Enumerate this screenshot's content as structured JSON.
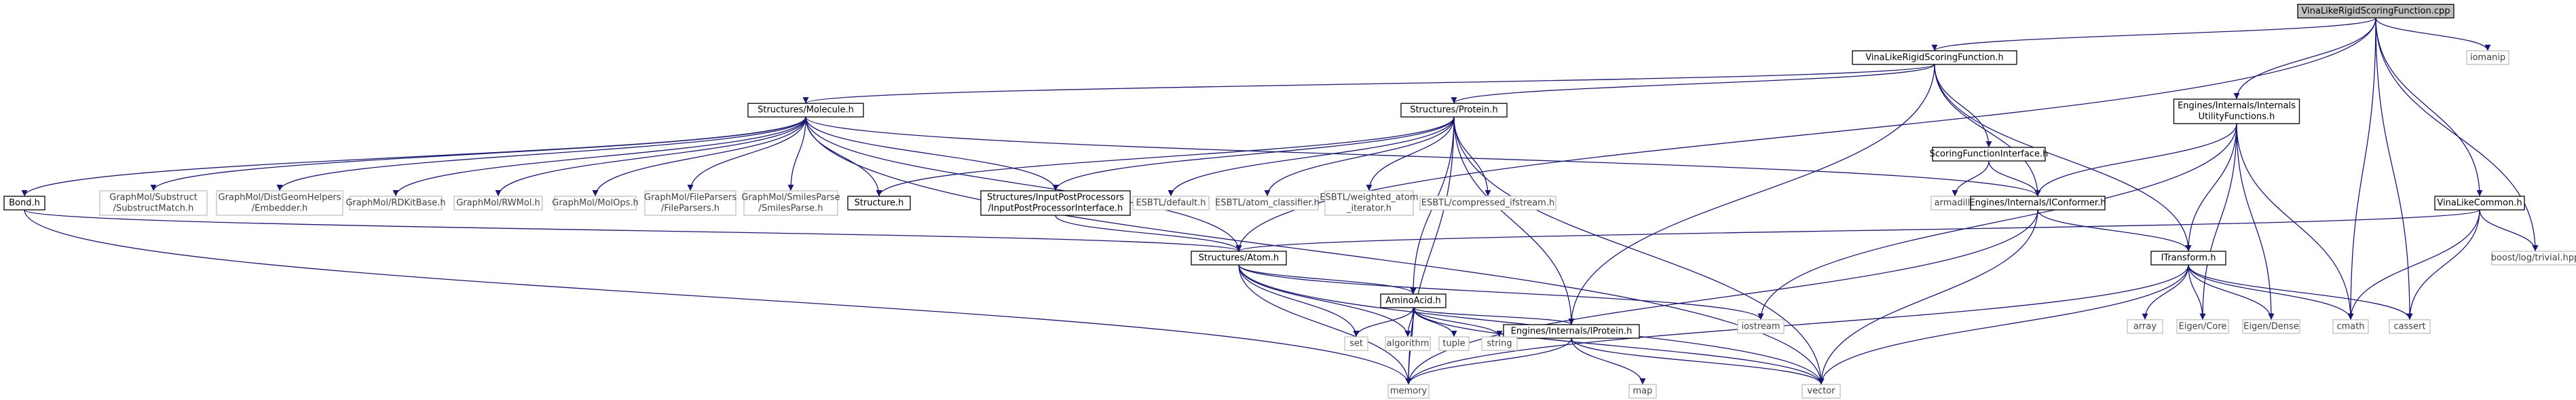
{
  "colors": {
    "edge": "#191970",
    "root_fill": "#bfbfbf",
    "documented_border": "#000000",
    "undocumented_border": "#bfbfbf",
    "text": "#000000",
    "undocumented_text": "#404040"
  },
  "nodes": [
    {
      "id": "root",
      "lines": [
        "VinaLikeRigidScoringFunction.cpp"
      ],
      "kind": "root"
    },
    {
      "id": "iomanip",
      "lines": [
        "iomanip"
      ],
      "kind": "ext"
    },
    {
      "id": "vlrsf_h",
      "lines": [
        "VinaLikeRigidScoringFunction.h"
      ],
      "kind": "doc"
    },
    {
      "id": "util_h",
      "lines": [
        "Engines/Internals/Internals",
        "UtilityFunctions.h"
      ],
      "kind": "doc"
    },
    {
      "id": "vinacommon_h",
      "lines": [
        "VinaLikeCommon.h"
      ],
      "kind": "doc"
    },
    {
      "id": "boost_log",
      "lines": [
        "boost/log/trivial.hpp"
      ],
      "kind": "ext"
    },
    {
      "id": "cmath",
      "lines": [
        "cmath"
      ],
      "kind": "ext"
    },
    {
      "id": "cassert",
      "lines": [
        "cassert"
      ],
      "kind": "ext"
    },
    {
      "id": "molecule_h",
      "lines": [
        "Structures/Molecule.h"
      ],
      "kind": "doc"
    },
    {
      "id": "protein_h",
      "lines": [
        "Structures/Protein.h"
      ],
      "kind": "doc"
    },
    {
      "id": "sfi_h",
      "lines": [
        "ScoringFunctionInterface.h"
      ],
      "kind": "doc"
    },
    {
      "id": "armadillo",
      "lines": [
        "armadillo"
      ],
      "kind": "ext"
    },
    {
      "id": "iconformer_h",
      "lines": [
        "Engines/Internals/IConformer.h"
      ],
      "kind": "doc"
    },
    {
      "id": "itransform_h",
      "lines": [
        "ITransform.h"
      ],
      "kind": "doc"
    },
    {
      "id": "iostream",
      "lines": [
        "iostream"
      ],
      "kind": "ext"
    },
    {
      "id": "array",
      "lines": [
        "array"
      ],
      "kind": "ext"
    },
    {
      "id": "eigen_core",
      "lines": [
        "Eigen/Core"
      ],
      "kind": "ext"
    },
    {
      "id": "eigen_dense",
      "lines": [
        "Eigen/Dense"
      ],
      "kind": "ext"
    },
    {
      "id": "bond_h",
      "lines": [
        "Bond.h"
      ],
      "kind": "doc"
    },
    {
      "id": "gm_substruct",
      "lines": [
        "GraphMol/Substruct",
        "/SubstructMatch.h"
      ],
      "kind": "ext"
    },
    {
      "id": "gm_distgeom",
      "lines": [
        "GraphMol/DistGeomHelpers",
        "/Embedder.h"
      ],
      "kind": "ext"
    },
    {
      "id": "gm_rdkitbase",
      "lines": [
        "GraphMol/RDKitBase.h"
      ],
      "kind": "ext"
    },
    {
      "id": "gm_rwmol",
      "lines": [
        "GraphMol/RWMol.h"
      ],
      "kind": "ext"
    },
    {
      "id": "gm_molops",
      "lines": [
        "GraphMol/MolOps.h"
      ],
      "kind": "ext"
    },
    {
      "id": "gm_fileparsers",
      "lines": [
        "GraphMol/FileParsers",
        "/FileParsers.h"
      ],
      "kind": "ext"
    },
    {
      "id": "gm_smilesparse",
      "lines": [
        "GraphMol/SmilesParse",
        "/SmilesParse.h"
      ],
      "kind": "ext"
    },
    {
      "id": "structure_h",
      "lines": [
        "Structure.h"
      ],
      "kind": "doc"
    },
    {
      "id": "ipp_h",
      "lines": [
        "Structures/InputPostProcessors",
        "/InputPostProcessorInterface.h"
      ],
      "kind": "doc"
    },
    {
      "id": "esbtl_default",
      "lines": [
        "ESBTL/default.h"
      ],
      "kind": "ext"
    },
    {
      "id": "esbtl_atomcls",
      "lines": [
        "ESBTL/atom_classifier.h"
      ],
      "kind": "ext"
    },
    {
      "id": "esbtl_weighted",
      "lines": [
        "ESBTL/weighted_atom",
        "_iterator.h"
      ],
      "kind": "ext"
    },
    {
      "id": "esbtl_compressed",
      "lines": [
        "ESBTL/compressed_ifstream.h"
      ],
      "kind": "ext"
    },
    {
      "id": "atom_h",
      "lines": [
        "Structures/Atom.h"
      ],
      "kind": "doc"
    },
    {
      "id": "aminoacid_h",
      "lines": [
        "AminoAcid.h"
      ],
      "kind": "doc"
    },
    {
      "id": "iprotein_h",
      "lines": [
        "Engines/Internals/IProtein.h"
      ],
      "kind": "doc"
    },
    {
      "id": "set",
      "lines": [
        "set"
      ],
      "kind": "ext"
    },
    {
      "id": "algorithm",
      "lines": [
        "algorithm"
      ],
      "kind": "ext"
    },
    {
      "id": "tuple",
      "lines": [
        "tuple"
      ],
      "kind": "ext"
    },
    {
      "id": "string",
      "lines": [
        "string"
      ],
      "kind": "ext"
    },
    {
      "id": "memory",
      "lines": [
        "memory"
      ],
      "kind": "ext"
    },
    {
      "id": "map",
      "lines": [
        "map"
      ],
      "kind": "ext"
    },
    {
      "id": "vector",
      "lines": [
        "vector"
      ],
      "kind": "ext"
    }
  ],
  "edges": [
    [
      "root",
      "iomanip"
    ],
    [
      "root",
      "vlrsf_h"
    ],
    [
      "root",
      "util_h"
    ],
    [
      "root",
      "vinacommon_h"
    ],
    [
      "root",
      "boost_log"
    ],
    [
      "root",
      "cmath"
    ],
    [
      "root",
      "cassert"
    ],
    [
      "root",
      "atom_h"
    ],
    [
      "vlrsf_h",
      "molecule_h"
    ],
    [
      "vlrsf_h",
      "protein_h"
    ],
    [
      "vlrsf_h",
      "sfi_h"
    ],
    [
      "vlrsf_h",
      "iconformer_h"
    ],
    [
      "vlrsf_h",
      "itransform_h"
    ],
    [
      "vlrsf_h",
      "iprotein_h"
    ],
    [
      "util_h",
      "iconformer_h"
    ],
    [
      "util_h",
      "itransform_h"
    ],
    [
      "util_h",
      "eigen_core"
    ],
    [
      "util_h",
      "eigen_dense"
    ],
    [
      "util_h",
      "cmath"
    ],
    [
      "util_h",
      "iostream"
    ],
    [
      "vinacommon_h",
      "atom_h"
    ],
    [
      "vinacommon_h",
      "boost_log"
    ],
    [
      "vinacommon_h",
      "cmath"
    ],
    [
      "vinacommon_h",
      "cassert"
    ],
    [
      "sfi_h",
      "armadillo"
    ],
    [
      "sfi_h",
      "iconformer_h"
    ],
    [
      "iconformer_h",
      "itransform_h"
    ],
    [
      "iconformer_h",
      "vector"
    ],
    [
      "iconformer_h",
      "memory"
    ],
    [
      "itransform_h",
      "array"
    ],
    [
      "itransform_h",
      "eigen_core"
    ],
    [
      "itransform_h",
      "eigen_dense"
    ],
    [
      "itransform_h",
      "cmath"
    ],
    [
      "itransform_h",
      "cassert"
    ],
    [
      "itransform_h",
      "vector"
    ],
    [
      "itransform_h",
      "memory"
    ],
    [
      "molecule_h",
      "bond_h"
    ],
    [
      "molecule_h",
      "gm_substruct"
    ],
    [
      "molecule_h",
      "gm_distgeom"
    ],
    [
      "molecule_h",
      "gm_rdkitbase"
    ],
    [
      "molecule_h",
      "gm_rwmol"
    ],
    [
      "molecule_h",
      "gm_molops"
    ],
    [
      "molecule_h",
      "gm_fileparsers"
    ],
    [
      "molecule_h",
      "gm_smilesparse"
    ],
    [
      "molecule_h",
      "structure_h"
    ],
    [
      "molecule_h",
      "ipp_h"
    ],
    [
      "molecule_h",
      "iconformer_h"
    ],
    [
      "molecule_h",
      "atom_h"
    ],
    [
      "molecule_h",
      "vector"
    ],
    [
      "protein_h",
      "structure_h"
    ],
    [
      "protein_h",
      "ipp_h"
    ],
    [
      "protein_h",
      "esbtl_default"
    ],
    [
      "protein_h",
      "esbtl_atomcls"
    ],
    [
      "protein_h",
      "esbtl_weighted"
    ],
    [
      "protein_h",
      "esbtl_compressed"
    ],
    [
      "protein_h",
      "aminoacid_h"
    ],
    [
      "protein_h",
      "iprotein_h"
    ],
    [
      "protein_h",
      "memory"
    ],
    [
      "protein_h",
      "vector"
    ],
    [
      "bond_h",
      "atom_h"
    ],
    [
      "bond_h",
      "memory"
    ],
    [
      "ipp_h",
      "atom_h"
    ],
    [
      "atom_h",
      "aminoacid_h"
    ],
    [
      "atom_h",
      "iostream"
    ],
    [
      "atom_h",
      "set"
    ],
    [
      "atom_h",
      "algorithm"
    ],
    [
      "atom_h",
      "memory"
    ],
    [
      "atom_h",
      "vector"
    ],
    [
      "aminoacid_h",
      "iprotein_h"
    ],
    [
      "aminoacid_h",
      "set"
    ],
    [
      "aminoacid_h",
      "algorithm"
    ],
    [
      "aminoacid_h",
      "tuple"
    ],
    [
      "aminoacid_h",
      "string"
    ],
    [
      "aminoacid_h",
      "memory"
    ],
    [
      "aminoacid_h",
      "vector"
    ],
    [
      "iprotein_h",
      "memory"
    ],
    [
      "iprotein_h",
      "map"
    ],
    [
      "iprotein_h",
      "vector"
    ]
  ]
}
